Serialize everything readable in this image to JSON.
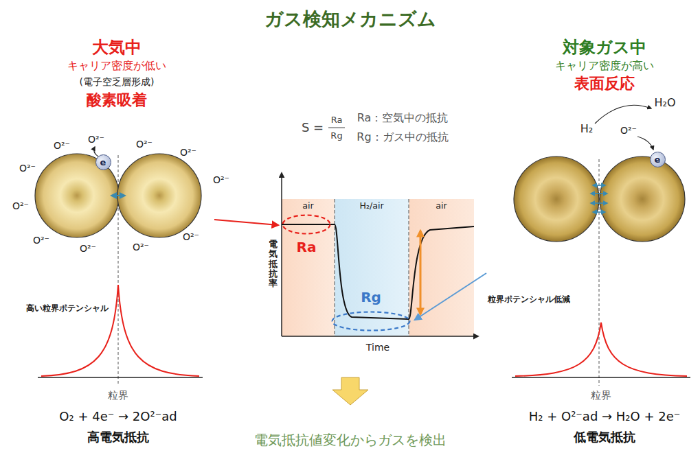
{
  "diagram": {
    "title": "ガス検知メカニズム",
    "caption": "電気抵抗値変化からガスを検出",
    "nodes": [
      {
        "text": [
          "air"
        ]
      },
      {
        "text": [
          "H₂/air"
        ]
      },
      {
        "text": [
          "air"
        ]
      },
      {
        "text": [
          "Ra"
        ]
      },
      {
        "text": [
          "Rg"
        ]
      },
      {
        "text": [
          "e"
        ]
      },
      {
        "text": [
          "e"
        ]
      }
    ],
    "labels": [
      "大気中",
      "キャリア密度が低い",
      "(電子空乏層形成)",
      "酸素吸着",
      "O²⁻",
      "O²⁻",
      "O²⁻",
      "O²⁻",
      "O²⁻",
      "O²⁻",
      "O²⁻",
      "O²⁻",
      "O²⁻",
      "O²⁻",
      "O²⁻",
      "高い粒界ポテンシャル",
      "粒界",
      "O₂ + 4e⁻ → 2O²⁻ad",
      "高電気抵抗",
      "S =",
      "Ra",
      "Rg",
      "Ra：空気中の抵抗",
      "Rg：ガス中の抵抗",
      "電気抵抗率",
      "Time",
      "対象ガス中",
      "キャリア密度が高い",
      "表面反応",
      "H₂O",
      "H₂",
      "O²⁻",
      "粒界ポテンシャル低減",
      "粒界",
      "H₂ + O²⁻ad → H₂O + 2e⁻",
      "低電気抵抗"
    ]
  }
}
